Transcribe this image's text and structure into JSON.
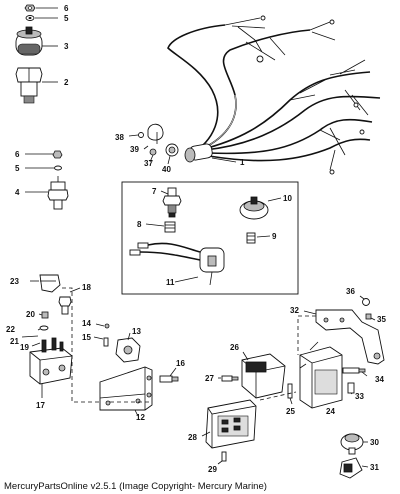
{
  "callouts": [
    "1",
    "2",
    "3",
    "4",
    "5",
    "6",
    "7",
    "8",
    "9",
    "10",
    "11",
    "12",
    "13",
    "14",
    "15",
    "16",
    "17",
    "18",
    "19",
    "20",
    "21",
    "22",
    "23",
    "24",
    "25",
    "26",
    "27",
    "28",
    "29",
    "30",
    "31",
    "32",
    "33",
    "34",
    "35",
    "36",
    "37",
    "38",
    "39",
    "40"
  ],
  "footer": {
    "text": "MercuryPartsOnline v2.5.1 (Image Copyright- Mercury Marine)"
  },
  "icons": [
    "nut-icon",
    "washer-icon",
    "solenoid-icon",
    "bolt-icon",
    "wiring-harness-icon",
    "sender-icon",
    "relay-icon",
    "ignition-module-icon"
  ]
}
